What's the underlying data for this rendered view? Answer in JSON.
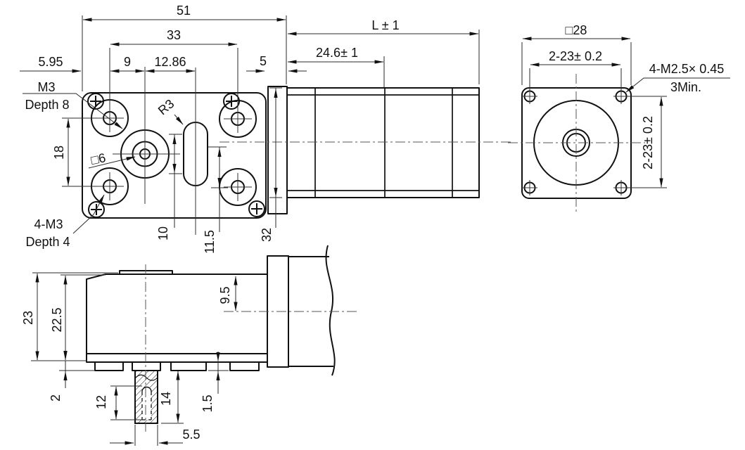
{
  "front": {
    "d51": "51",
    "d33": "33",
    "d595": "5.95",
    "d9": "9",
    "d1286": "12.86",
    "note_m3": "M3",
    "note_m3_depth": "Depth 8",
    "d18": "18",
    "note_sq6": "□6",
    "note_r3": "R3",
    "note_4m3": "4-M3",
    "note_4m3_depth": "Depth 4",
    "d10": "10",
    "d115": "11.5",
    "d32": "32",
    "d5": "5"
  },
  "motor": {
    "dL": "L ± 1",
    "d246": "24.6± 1"
  },
  "rear": {
    "d28": "□28",
    "d23h": "2-23± 0.2",
    "d23v": "2-23± 0.2",
    "note_thread": "4-M2.5× 0.45",
    "note_min": "3Min."
  },
  "bottom": {
    "d23": "23",
    "d225": "22.5",
    "d2": "2",
    "d12": "12",
    "d14": "14",
    "d15": "1.5",
    "d55": "5.5",
    "d95": "9.5"
  },
  "colors": {
    "line": "#111111",
    "dimension": "#2a2a2a",
    "centerline": "#555555",
    "background": "#ffffff"
  }
}
